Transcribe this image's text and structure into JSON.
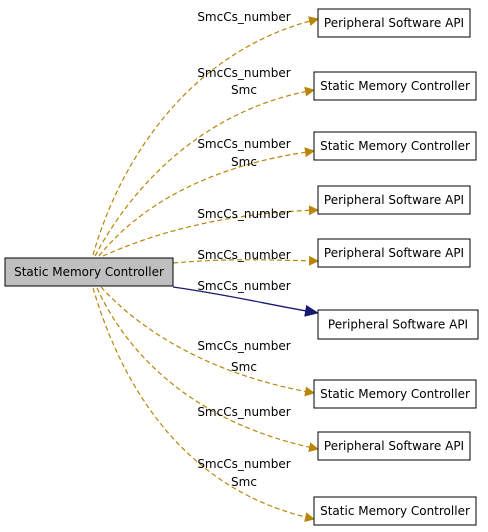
{
  "colors": {
    "dashed_edge": "#b8860b",
    "solid_edge": "#191970",
    "center_fill": "#bfbfbf",
    "node_fill": "#ffffff",
    "node_border": "#000000"
  },
  "center_node": {
    "label": "Static Memory Controller"
  },
  "targets": [
    {
      "label": "Peripheral Software API",
      "edge_labels": [
        "SmcCs_number"
      ],
      "edge_style": "dashed"
    },
    {
      "label": "Static Memory Controller",
      "edge_labels": [
        "SmcCs_number",
        "Smc"
      ],
      "edge_style": "dashed"
    },
    {
      "label": "Static Memory Controller",
      "edge_labels": [
        "SmcCs_number",
        "Smc"
      ],
      "edge_style": "dashed"
    },
    {
      "label": "Peripheral Software API",
      "edge_labels": [
        "SmcCs_number"
      ],
      "edge_style": "dashed"
    },
    {
      "label": "Peripheral Software API",
      "edge_labels": [
        "SmcCs_number"
      ],
      "edge_style": "dashed"
    },
    {
      "label": "Peripheral Software API",
      "edge_labels": [
        "SmcCs_number"
      ],
      "edge_style": "solid"
    },
    {
      "label": "Static Memory Controller",
      "edge_labels": [
        "SmcCs_number",
        "Smc"
      ],
      "edge_style": "dashed"
    },
    {
      "label": "Peripheral Software API",
      "edge_labels": [
        "SmcCs_number"
      ],
      "edge_style": "dashed"
    },
    {
      "label": "Static Memory Controller",
      "edge_labels": [
        "SmcCs_number",
        "Smc"
      ],
      "edge_style": "dashed"
    }
  ]
}
